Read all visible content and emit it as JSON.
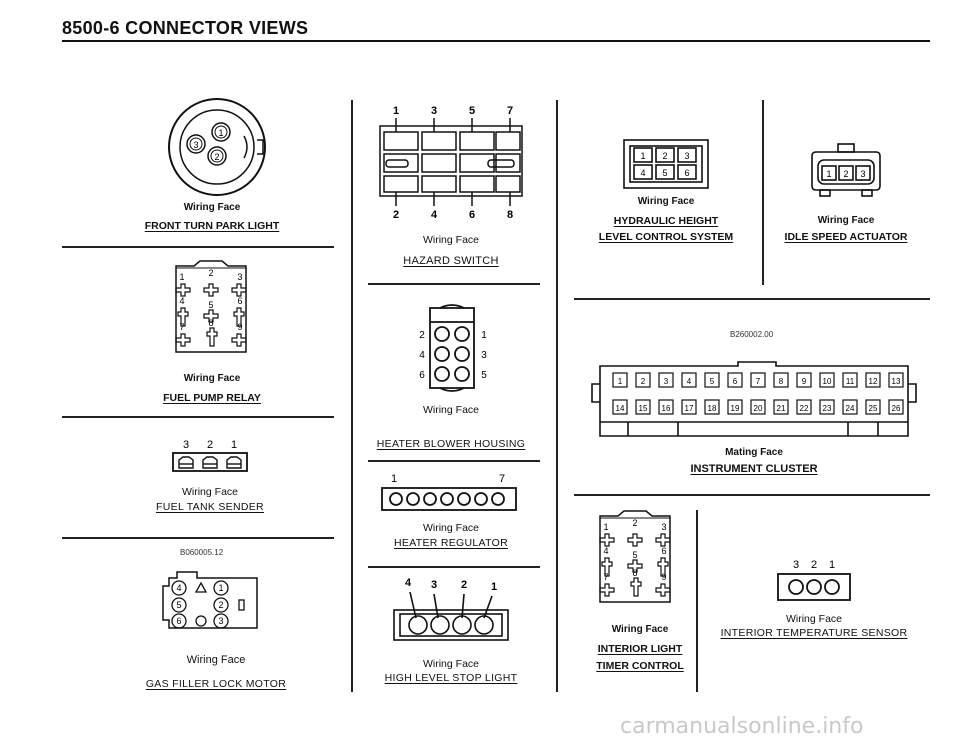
{
  "header": {
    "title": "8500-6   CONNECTOR VIEWS"
  },
  "panels": {
    "front_turn": {
      "face": "Wiring Face",
      "caption": "FRONT TURN PARK LIGHT",
      "pins": [
        "1",
        "2",
        "3"
      ]
    },
    "fuel_pump": {
      "face": "Wiring Face",
      "caption": "FUEL PUMP RELAY",
      "pins": [
        "1",
        "2",
        "3",
        "4",
        "5",
        "6",
        "7",
        "8",
        "9"
      ]
    },
    "fuel_tank": {
      "face": "Wiring Face",
      "caption": "FUEL TANK SENDER",
      "pins": [
        "3",
        "2",
        "1"
      ]
    },
    "gas_filler": {
      "code": "B060005.12",
      "face": "Wiring Face",
      "caption": "GAS FILLER LOCK MOTOR",
      "pins": [
        "1",
        "2",
        "3",
        "4",
        "5",
        "6"
      ]
    },
    "hazard": {
      "face": "Wiring Face",
      "caption": "HAZARD SWITCH",
      "top_pins": [
        "1",
        "3",
        "5",
        "7"
      ],
      "bottom_pins": [
        "2",
        "4",
        "6",
        "8"
      ]
    },
    "heater_blower": {
      "face": "Wiring Face",
      "caption": "HEATER BLOWER HOUSING",
      "pins": [
        "1",
        "2",
        "3",
        "4",
        "5",
        "6"
      ]
    },
    "heater_reg": {
      "face": "Wiring Face",
      "caption": "HEATER REGULATOR",
      "pins": [
        "1",
        "7"
      ]
    },
    "stop_light": {
      "face": "Wiring Face",
      "caption": "HIGH LEVEL STOP LIGHT",
      "pins": [
        "4",
        "3",
        "2",
        "1"
      ]
    },
    "hydraulic": {
      "face": "Wiring Face",
      "caption_line1": "HYDRAULIC HEIGHT",
      "caption_line2": "LEVEL CONTROL SYSTEM",
      "pins": [
        "1",
        "2",
        "3",
        "4",
        "5",
        "6"
      ]
    },
    "idle_speed": {
      "face": "Wiring Face",
      "caption": "IDLE SPEED ACTUATOR",
      "pins": [
        "1",
        "2",
        "3"
      ]
    },
    "instrument": {
      "code": "B260002.00",
      "face": "Mating Face",
      "caption": "INSTRUMENT CLUSTER",
      "row1": [
        "1",
        "2",
        "3",
        "4",
        "5",
        "6",
        "7",
        "8",
        "9",
        "10",
        "11",
        "12",
        "13"
      ],
      "row2": [
        "14",
        "15",
        "16",
        "17",
        "18",
        "19",
        "20",
        "21",
        "22",
        "23",
        "24",
        "25",
        "26"
      ]
    },
    "interior_light": {
      "face": "Wiring Face",
      "caption_line1": "INTERIOR LIGHT",
      "caption_line2": "TIMER CONTROL",
      "pins": [
        "1",
        "2",
        "3",
        "4",
        "5",
        "6",
        "7",
        "8",
        "9"
      ]
    },
    "interior_temp": {
      "face": "Wiring Face",
      "caption": "INTERIOR TEMPERATURE SENSOR",
      "pins": [
        "3",
        "2",
        "1"
      ]
    }
  },
  "watermark": "carmanualsonline.info"
}
